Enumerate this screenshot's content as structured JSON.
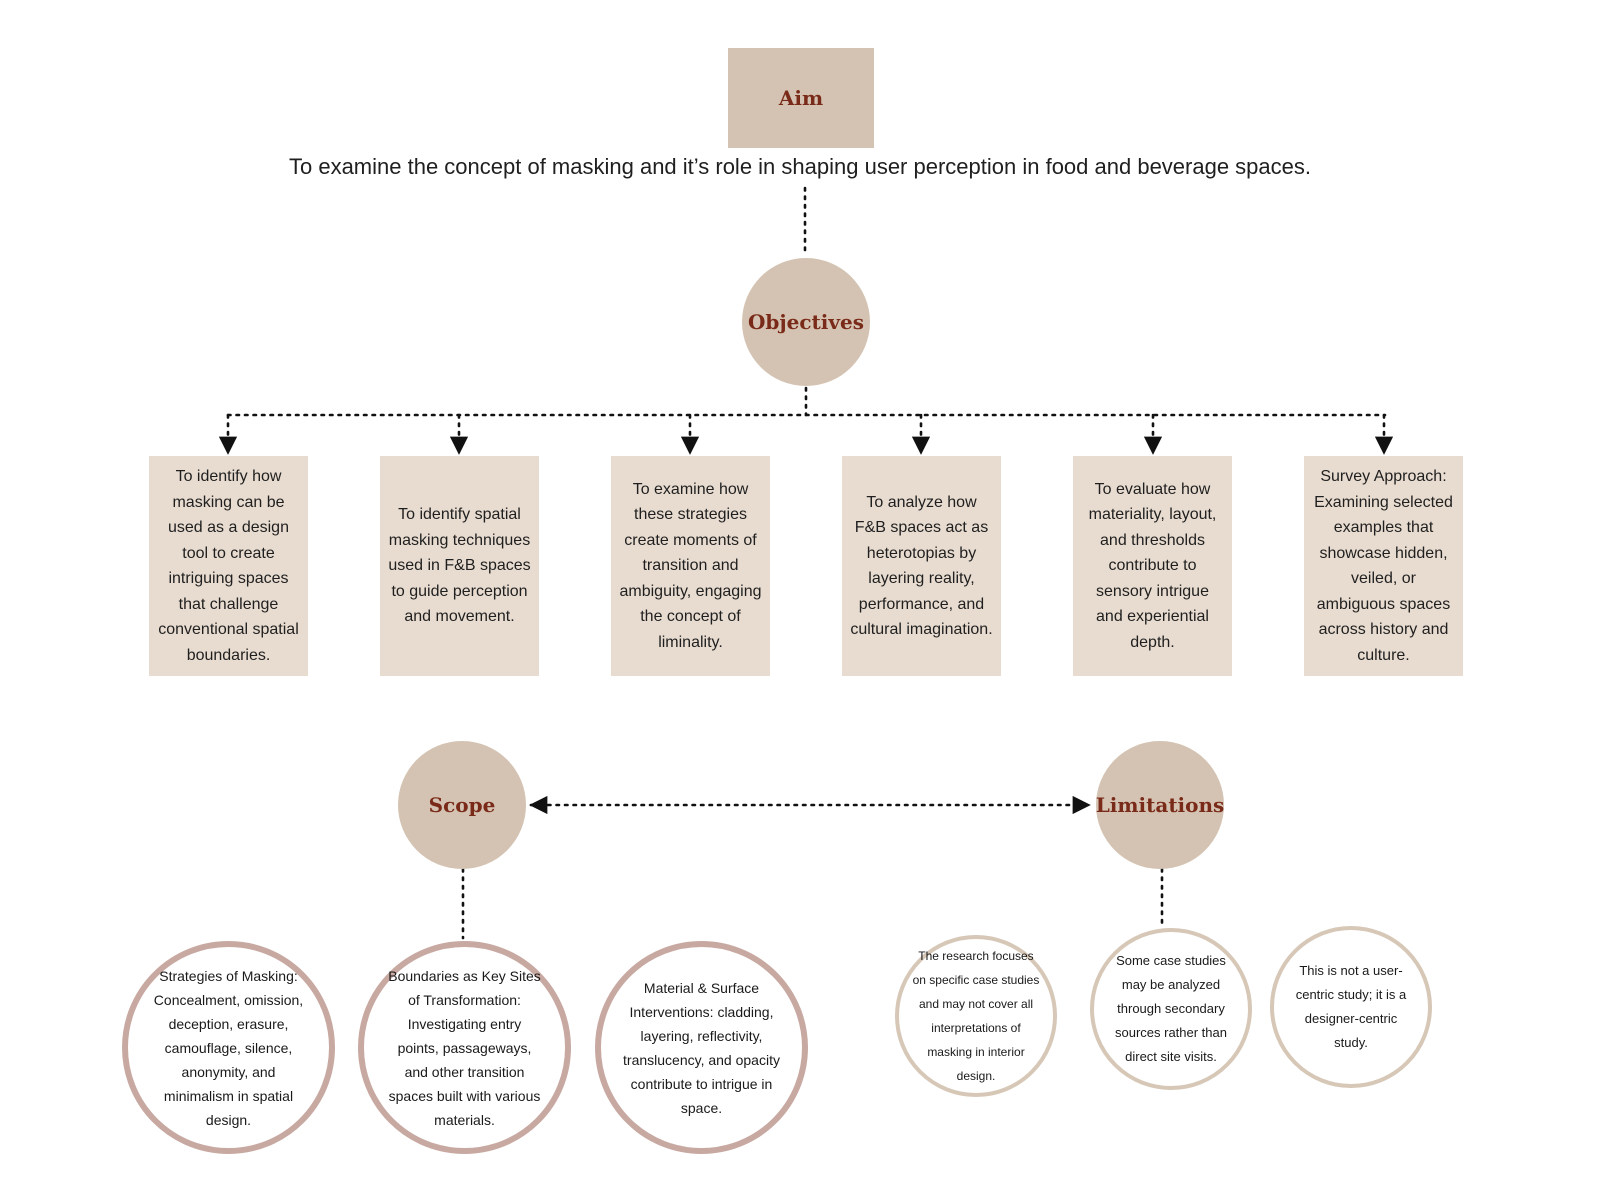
{
  "aim": {
    "label": "Aim",
    "text": "To examine the concept of masking and it’s role in shaping user perception in food and beverage spaces."
  },
  "objectives": {
    "label": "Objectives",
    "items": [
      "To identify how masking can be used as a design tool to create intriguing spaces that challenge conventional spatial boundaries.",
      "To identify spatial masking techniques used in F&B spaces to guide perception and movement.",
      "To examine how these strategies create moments of transition and ambiguity, engaging the concept of liminality.",
      "To analyze how F&B spaces act as heterotopias by layering reality, performance, and cultural imagination.",
      "To evaluate how materiality, layout, and thresholds contribute to sensory intrigue and experiential depth.",
      "Survey Approach: Examining selected examples that showcase hidden, veiled, or ambiguous spaces across history and culture."
    ]
  },
  "scope": {
    "label": "Scope",
    "items": [
      "Strategies of Masking: Concealment, omission, deception, erasure, camouflage, silence, anonymity, and minimalism in spatial design.",
      "Boundaries as Key Sites of Transformation: Investigating entry points, passageways, and other transition spaces built with various materials.",
      "Material & Surface Interventions: cladding, layering, reflectivity, translucency, and opacity contribute to intrigue in space."
    ]
  },
  "limitations": {
    "label": "Limitations",
    "items": [
      "The research focuses on specific case studies and may not cover all interpretations of masking in interior design.",
      "Some case studies may be analyzed through secondary sources rather than direct site visits.",
      "This is not a user-centric study; it is a designer-centric study."
    ]
  },
  "colors": {
    "heading_text": "#7a2a18",
    "head_fill": "#d4c3b2",
    "objective_fill": "#e8dcd0",
    "scope_ring": "#c8a9a2",
    "limitation_ring": "#d6c7b6"
  }
}
